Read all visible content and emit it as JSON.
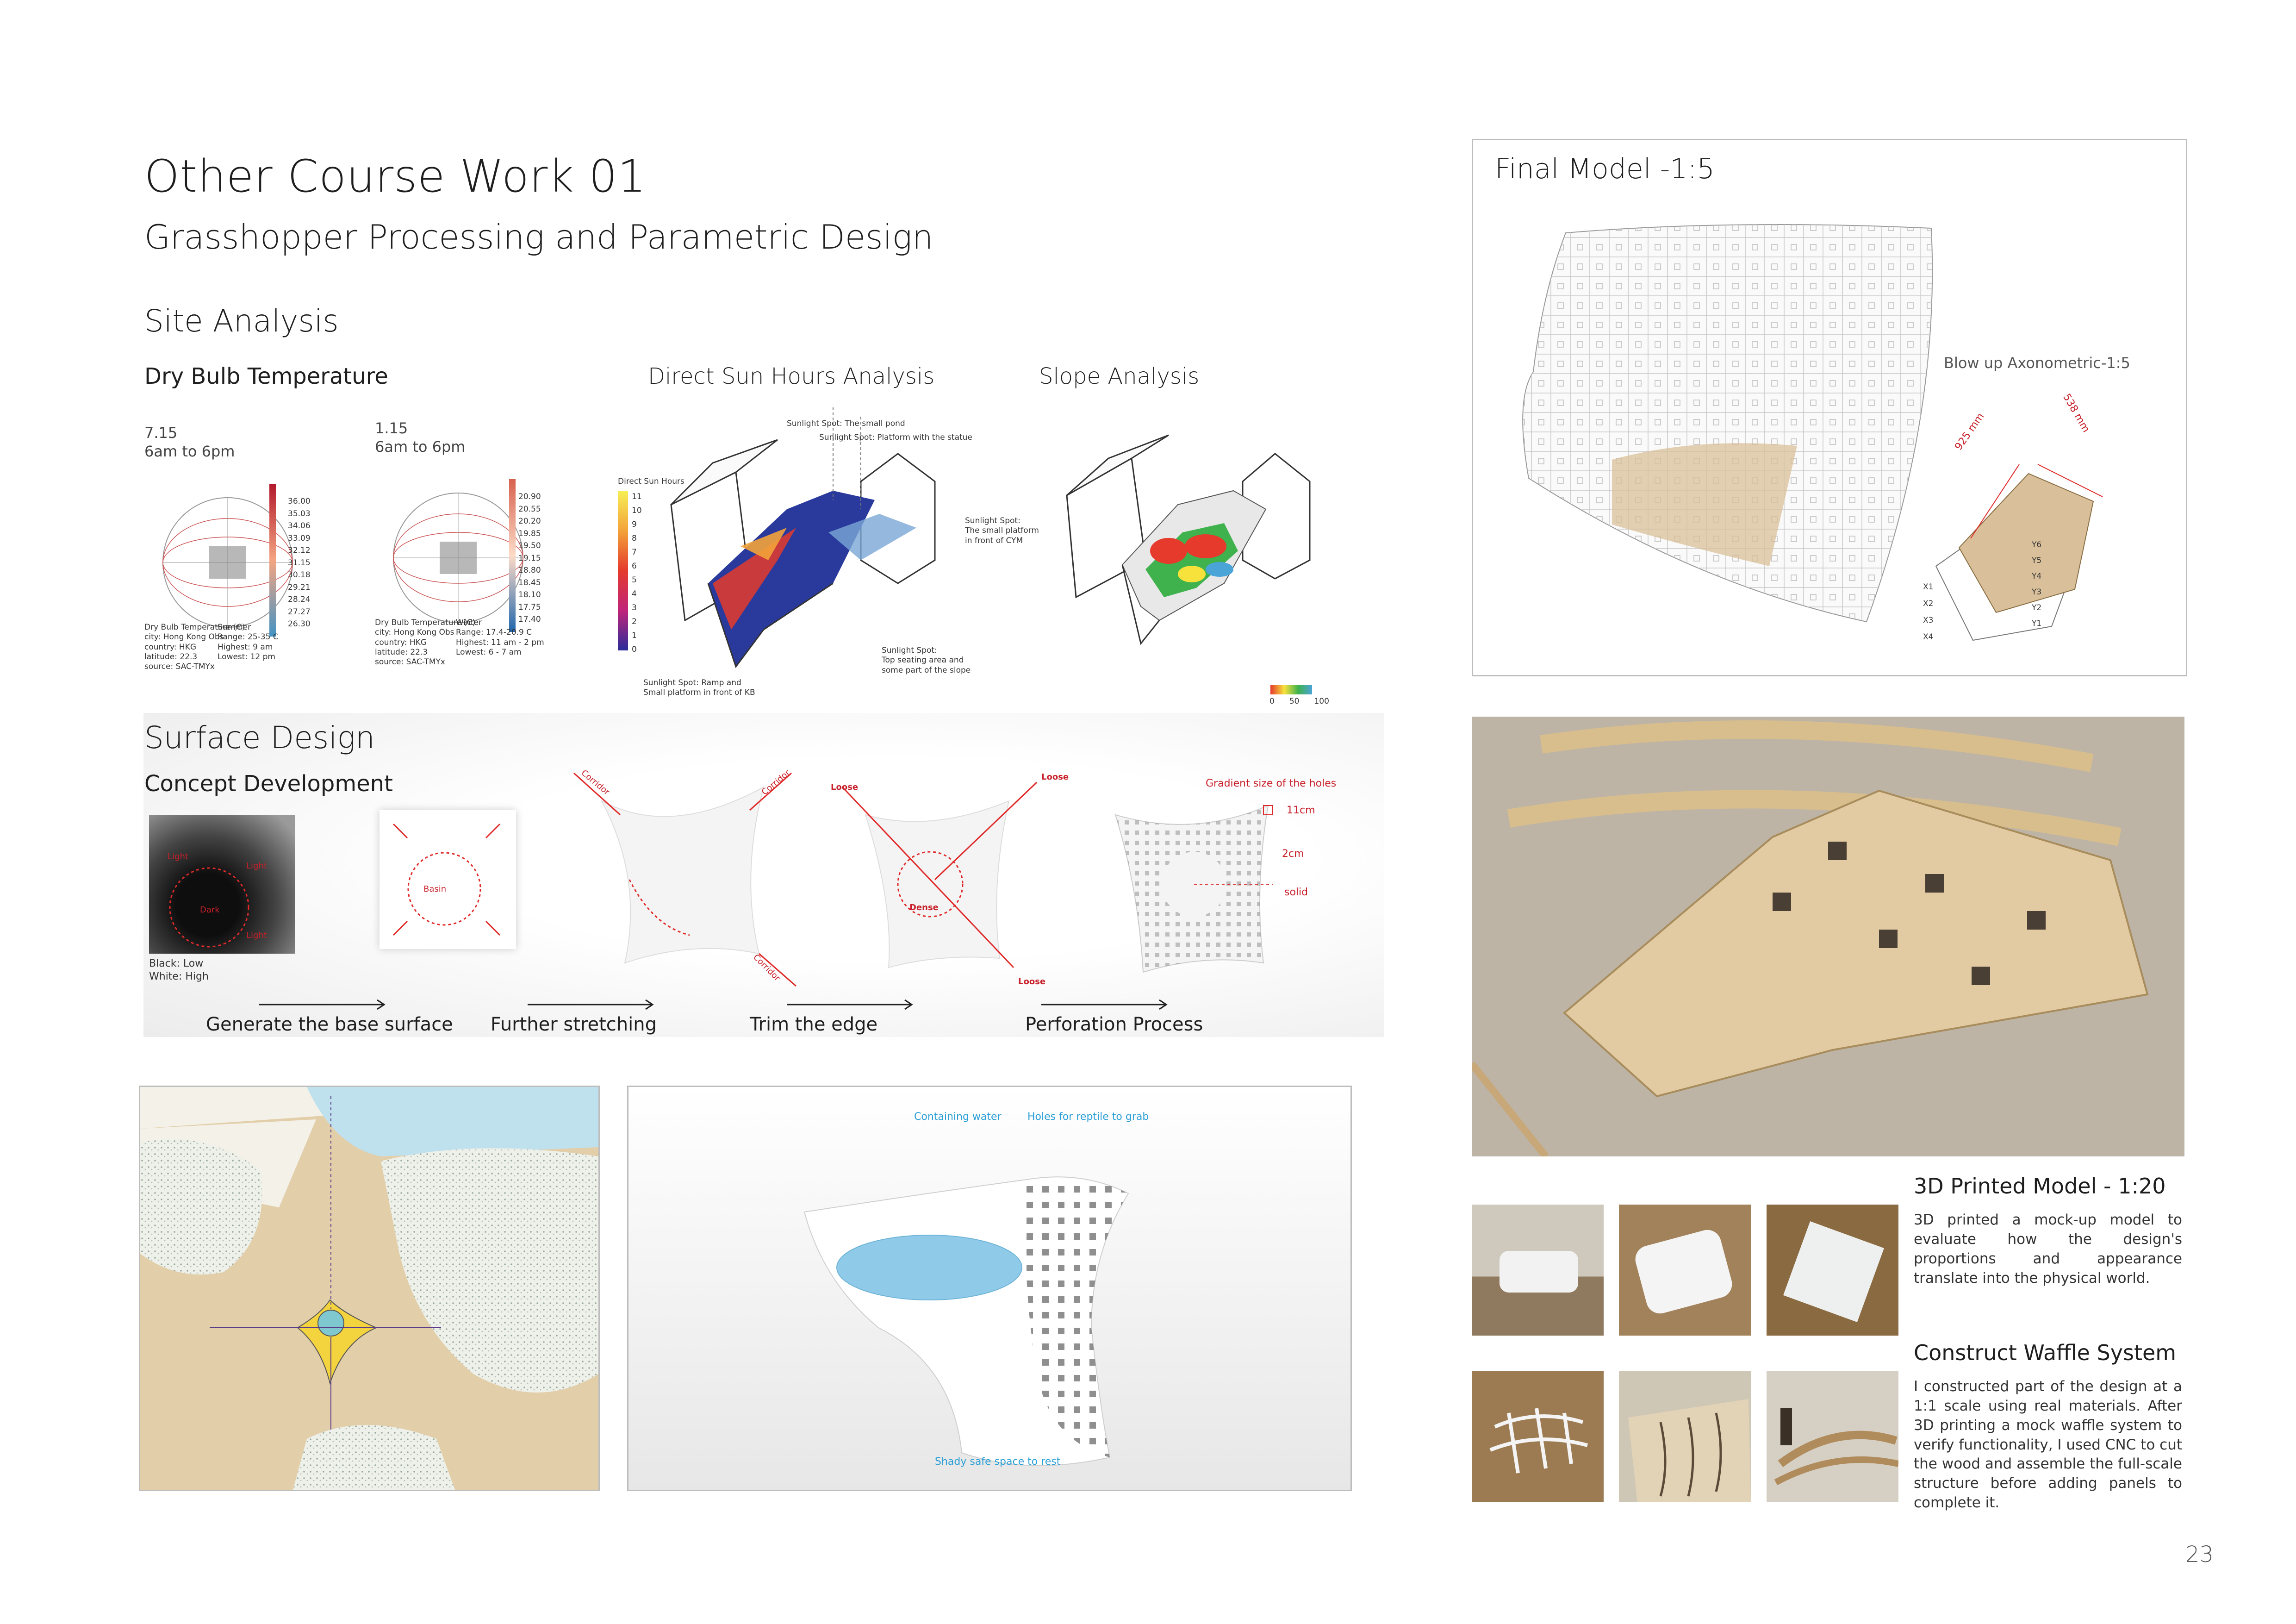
{
  "page": {
    "title": "Other Course Work 01",
    "subtitle": "Grasshopper Processing and Parametric Design",
    "page_number": "23"
  },
  "site_analysis": {
    "heading": "Site Analysis",
    "dry_bulb": {
      "title": "Dry Bulb Temperature",
      "left": {
        "date": "7.15",
        "hours": "6am to 6pm",
        "info": "Dry Bulb Temperature (C)\ncity: Hong Kong Obs\ncountry: HKG\nlatitude: 22.3\nsource: SAC-TMYx",
        "season": "Summer\nRange: 25-35 C\nHighest: 9 am\nLowest: 12 pm",
        "legend": [
          "36.00",
          "35.03",
          "34.06",
          "33.09",
          "32.12",
          "31.15",
          "30.18",
          "29.21",
          "28.24",
          "27.27",
          "26.30"
        ]
      },
      "right": {
        "date": "1.15",
        "hours": "6am to 6pm",
        "info": "Dry Bulb Temperature (C)\ncity: Hong Kong Obs\ncountry: HKG\nlatitude: 22.3\nsource: SAC-TMYx",
        "season": "Winter\nRange: 17.4-20.9 C\nHighest: 11 am - 2 pm\nLowest: 6 - 7 am",
        "legend": [
          "20.90",
          "20.55",
          "20.20",
          "19.85",
          "19.50",
          "19.15",
          "18.80",
          "18.45",
          "18.10",
          "17.75",
          "17.40"
        ]
      }
    },
    "sun_hours": {
      "title": "Direct Sun Hours Analysis",
      "legend_title": "Direct Sun Hours",
      "legend": [
        "11",
        "10",
        "9",
        "8",
        "7",
        "6",
        "5",
        "4",
        "3",
        "2",
        "1",
        "0"
      ],
      "labels": [
        "Sunlight Spot: The small pond",
        "Sunlight Spot: Platform with the statue",
        "Sunlight Spot:\nThe small platform\nin front of CYM",
        "Sunlight Spot:\nTop seating area and\nsome part of the slope",
        "Sunlight Spot: Ramp and\nSmall platform in front of KB"
      ]
    },
    "slope": {
      "title": "Slope Analysis",
      "legend": [
        "0",
        "50",
        "100"
      ]
    }
  },
  "surface_design": {
    "heading": "Surface Design",
    "concept": "Concept Development",
    "heightmap": {
      "light1": "Light",
      "light2": "Light",
      "light3": "Light",
      "dark": "Dark",
      "caption": "Black: Low\nWhite: High"
    },
    "basin": "Basin",
    "corridor1": "Corridor",
    "corridor2": "Corridor",
    "corridor3": "Corridor",
    "loose1": "Loose",
    "loose2": "Loose",
    "loose3": "Loose",
    "dense": "Dense",
    "gradient": {
      "title": "Gradient size of the holes",
      "s1": "11cm",
      "s2": "2cm",
      "s3": "solid"
    },
    "steps": [
      "Generate the base surface",
      "Further stretching",
      "Trim the edge",
      "Perforation Process"
    ]
  },
  "render": {
    "labels": [
      "Containing water",
      "Holes for reptile to grab",
      "Shady safe space to rest"
    ]
  },
  "final_model": {
    "title": "Final Model -1:5",
    "blowup": "Blow up Axonometric-1:5",
    "dim1": "925 mm",
    "dim2": "538 mm",
    "xlabels": [
      "X1",
      "X2",
      "X3",
      "X4"
    ],
    "ylabels": [
      "Y1",
      "Y2",
      "Y3",
      "Y4",
      "Y5",
      "Y6"
    ]
  },
  "printed": {
    "title": "3D Printed Model - 1:20",
    "text": "3D printed a mock-up model to evaluate how the design's proportions and appearance translate into the physical world."
  },
  "waffle": {
    "title": "Construct Waffle System",
    "text": "I constructed part of the design at a 1:1 scale using real materials. After 3D printing a mock waffle system to verify functionality, I used CNC to cut the wood and assemble the full-scale structure before adding panels to complete it."
  },
  "colors": {
    "accent_red": "#c8202a",
    "accent_blue": "#2a9fd6",
    "wood": "#d9c09a",
    "frame": "#bdbdbd"
  }
}
